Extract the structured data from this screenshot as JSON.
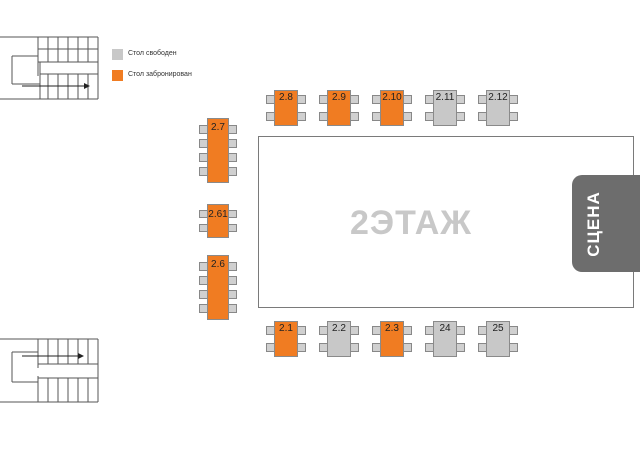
{
  "legend": {
    "free_label": "Стол свободен",
    "booked_label": "Стол забронирован",
    "free_color": "#c8c8c8",
    "booked_color": "#f07c22"
  },
  "floor": {
    "title": "2ЭТАЖ"
  },
  "stage": {
    "label": "СЦЕНА"
  },
  "tables": [
    {
      "number": "2.8",
      "status": "booked"
    },
    {
      "number": "2.9",
      "status": "booked"
    },
    {
      "number": "2.10",
      "status": "booked"
    },
    {
      "number": "2.11",
      "status": "free"
    },
    {
      "number": "2.12",
      "status": "free"
    },
    {
      "number": "2.7",
      "status": "booked"
    },
    {
      "number": "2.61",
      "status": "booked"
    },
    {
      "number": "2.6",
      "status": "booked"
    },
    {
      "number": "2.1",
      "status": "booked"
    },
    {
      "number": "2.2",
      "status": "free"
    },
    {
      "number": "2.3",
      "status": "booked"
    },
    {
      "number": "24",
      "status": "free"
    },
    {
      "number": "25",
      "status": "free"
    }
  ]
}
